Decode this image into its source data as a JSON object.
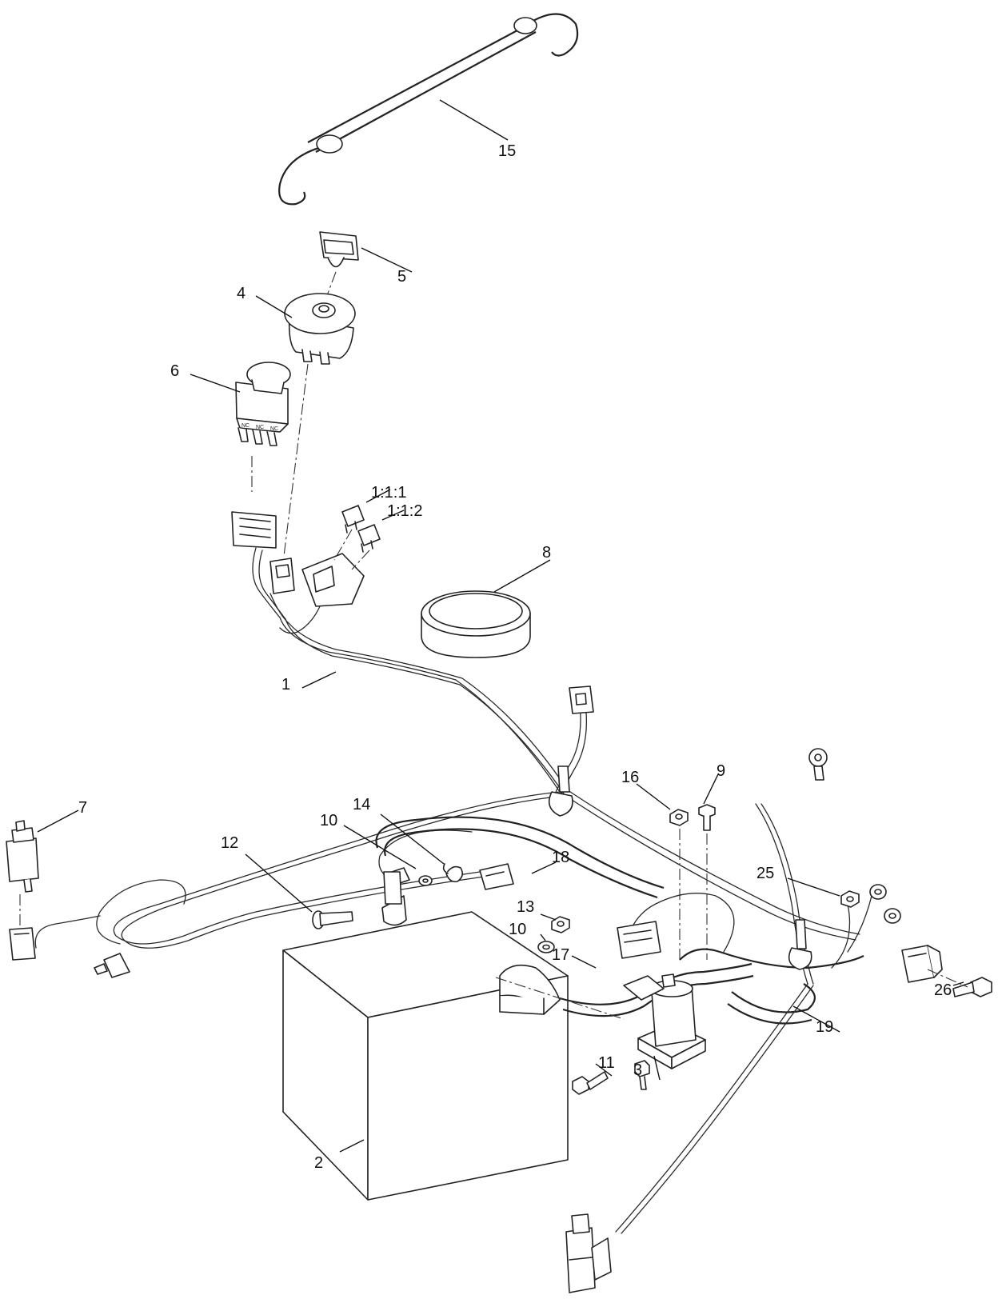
{
  "diagram": {
    "callouts": {
      "c1": "1",
      "c1_1_1": "1:1:1",
      "c1_1_2": "1:1:2",
      "c2": "2",
      "c3": "3",
      "c4": "4",
      "c5": "5",
      "c6": "6",
      "c7": "7",
      "c8": "8",
      "c9": "9",
      "c10a": "10",
      "c10b": "10",
      "c11": "11",
      "c12": "12",
      "c13": "13",
      "c14": "14",
      "c15": "15",
      "c16": "16",
      "c17": "17",
      "c18": "18",
      "c19": "19",
      "c25": "25",
      "c26": "26"
    },
    "switch_marks": [
      "NC",
      "NC",
      "NC"
    ]
  }
}
